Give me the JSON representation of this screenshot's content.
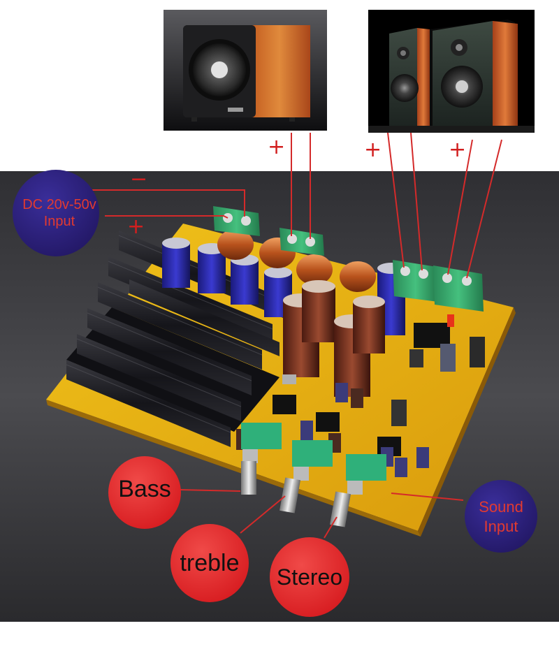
{
  "speakers": {
    "subwoofer": {
      "icon": "subwoofer-speaker-icon"
    },
    "stereo_pair": {
      "icon": "bookshelf-speakers-icon"
    }
  },
  "polarity_marks": {
    "plus": "+",
    "minus": "−"
  },
  "power_input": {
    "line1": "DC 20v-50v",
    "line2": "Input"
  },
  "knobs": {
    "bass": "Bass",
    "treble": "treble",
    "stereo": "Stereo"
  },
  "sound_input": {
    "line1": "Sound",
    "line2": "Input"
  },
  "colors": {
    "wire": "#d42a2a",
    "bubble_red": "#e5282b",
    "bubble_navy": "#2b1e7a",
    "pcb_yellow": "#e8b312",
    "heatsink": "#1b1b1f",
    "terminal_green": "#33a86a",
    "background": "#3a3a3d"
  }
}
